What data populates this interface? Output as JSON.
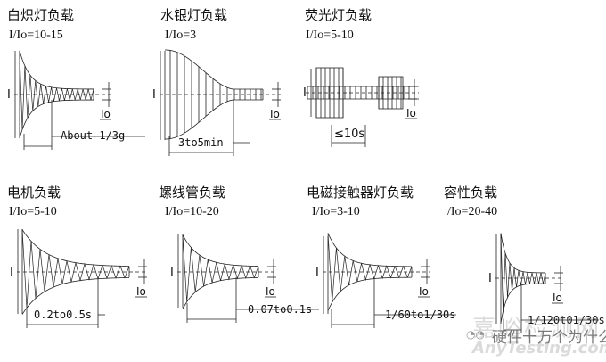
{
  "panels": [
    {
      "title": "白炽灯负载",
      "ratio": "I/Io=10-15",
      "time": "About 1/3g",
      "peak": "I",
      "steady": "Io",
      "waveform": "decaying-oscillation"
    },
    {
      "title": "水银灯负载",
      "ratio": "I/Io=3",
      "time": "3to5min",
      "peak": "I",
      "steady": "Io",
      "waveform": "slow-decay"
    },
    {
      "title": "荧光灯负载",
      "ratio": "I/Io=5-10",
      "time": "≤10s",
      "peak": "I",
      "steady": "Io",
      "waveform": "pulsed"
    },
    {
      "title": "电机负载",
      "ratio": "I/Io=5-10",
      "time": "0.2to0.5s",
      "peak": "I",
      "steady": "Io",
      "waveform": "decaying-oscillation"
    },
    {
      "title": "螺线管负载",
      "ratio": "I/Io=10-20",
      "time": "0.07to0.1s",
      "peak": "I",
      "steady": "Io",
      "waveform": "decaying-oscillation"
    },
    {
      "title": "电磁接触器灯负载",
      "ratio": "I/Io=3-10",
      "time": "1/60to1/30s",
      "peak": "I",
      "steady": "Io",
      "waveform": "decaying-oscillation"
    },
    {
      "title": "容性负载",
      "ratio": "/Io=20-40",
      "time": "1/120t01/30s",
      "peak": "I",
      "steady": "Io",
      "waveform": "decaying-oscillation"
    }
  ],
  "watermark": {
    "site_cn": "嘉峪检测网",
    "site_en": "AnyTesting.com",
    "wechat": "硬件十万个为什么"
  }
}
